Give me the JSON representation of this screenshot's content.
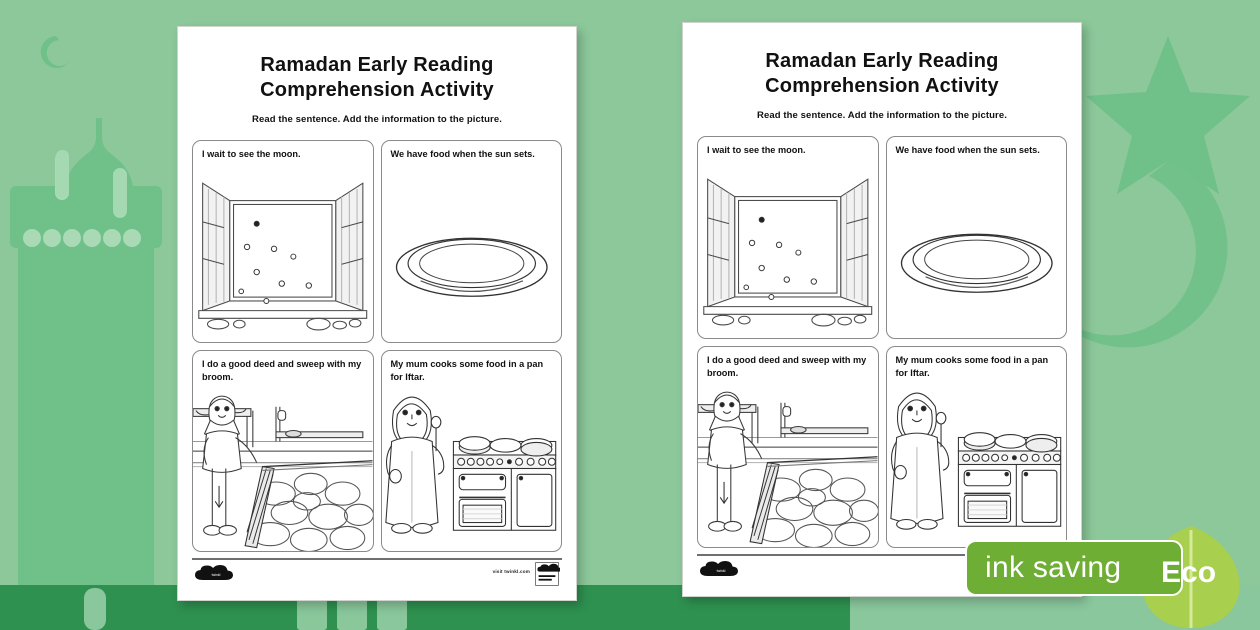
{
  "background": {
    "base_color": "#8CC89A",
    "accent_dark_green": "#2E9150",
    "accent_mid_green": "#5FB97C",
    "accent_light_green": "#A9D9B5",
    "decor": [
      "mosque-minaret-left",
      "mosque-minaret-right",
      "crescent-moon-finial",
      "star-icon",
      "crescent-icon",
      "skyline-buildings"
    ]
  },
  "worksheet": {
    "title_line1": "Ramadan Early Reading",
    "title_line2": "Comprehension Activity",
    "subtitle": "Read the sentence. Add the information to the picture.",
    "panels": [
      {
        "id": "panel-moon",
        "text": "I wait to see the moon.",
        "art": "open-window-night-sky-stars"
      },
      {
        "id": "panel-plate",
        "text": "We have food when the sun sets.",
        "art": "empty-plate"
      },
      {
        "id": "panel-broom",
        "text": "I do a good deed and sweep with my broom.",
        "art": "girl-sweeping-with-broom"
      },
      {
        "id": "panel-cooker",
        "text": "My mum cooks some food in a pan for Iftar.",
        "art": "woman-beside-cooker"
      }
    ],
    "footer": {
      "logo_left": "twinkl-cloud-logo",
      "logo_right": "twinkl-mark-logo",
      "small_text": "visit twinkl.com"
    }
  },
  "eco_badge": {
    "label": "ink saving",
    "eco_label": "Eco",
    "pill_color": "#6FAE35",
    "leaf_color": "#A9CF4E"
  }
}
